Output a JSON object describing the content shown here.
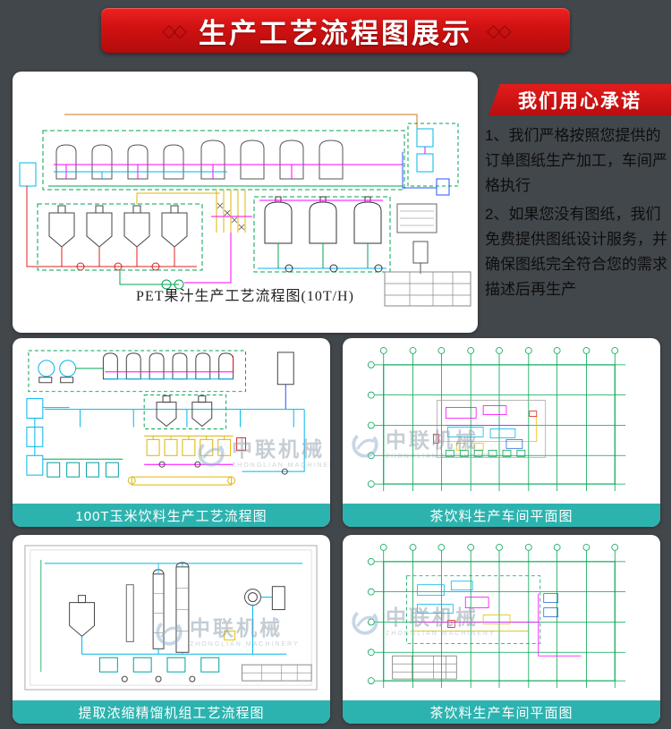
{
  "banner": {
    "title": "生产工艺流程图展示",
    "decor_left": "◇◇",
    "decor_right": "◇◇"
  },
  "promise": {
    "title": "我们用心承诺",
    "paragraphs": [
      "1、我们严格按照您提供的订单图纸生产加工，车间严格执行",
      "2、如果您没有图纸，我们免费提供图纸设计服务，并确保图纸完全符合您的需求描述后再生产"
    ]
  },
  "cards": {
    "pet": {
      "caption": "PET果汁生产工艺流程图(10T/H)"
    },
    "corn": {
      "caption": "100T玉米饮料生产工艺流程图"
    },
    "tea_plan_1": {
      "caption": "茶饮料生产车间平面图"
    },
    "distill": {
      "caption": "提取浓缩精馏机组工艺流程图"
    },
    "tea_plan_2": {
      "caption": "茶饮料生产车间平面图"
    }
  },
  "watermark": {
    "text": "中联机械",
    "sub": "ZHONGLIAN MACHINERY"
  },
  "colors": {
    "background": "#42474c",
    "banner_red": "#cf1111",
    "caption_teal": "#2db3af",
    "cad_green": "#00a651",
    "cad_magenta": "#ff00ff",
    "cad_cyan": "#00b7eb",
    "cad_yellow": "#e0b400"
  }
}
